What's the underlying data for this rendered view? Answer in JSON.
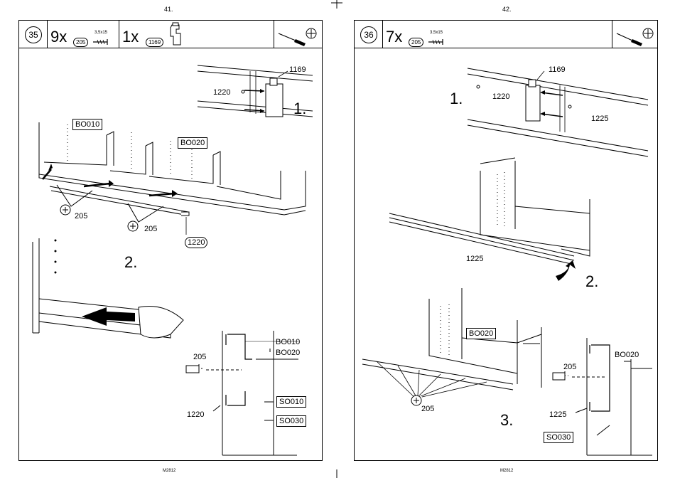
{
  "pages": [
    {
      "page_number": "41.",
      "footer": "M2812",
      "step": "35",
      "parts": [
        {
          "qty": "9x",
          "part": "205",
          "size": "3,5x15"
        },
        {
          "qty": "1x",
          "part": "1169"
        }
      ],
      "sub_steps": [
        "1.",
        "2."
      ],
      "labels": {
        "p1169": "1169",
        "p1220": "1220",
        "bo010": "BO010",
        "bo020": "BO020",
        "s205a": "205",
        "s205b": "205",
        "p1220b": "1220",
        "d_bo010": "BO010",
        "d_bo020": "BO020",
        "d_205": "205",
        "d_1220": "1220",
        "so010": "SO010",
        "so030": "SO030"
      }
    },
    {
      "page_number": "42.",
      "footer": "M2812",
      "step": "36",
      "parts": [
        {
          "qty": "7x",
          "part": "205",
          "size": "3,5x15"
        }
      ],
      "sub_steps": [
        "1.",
        "2.",
        "3."
      ],
      "labels": {
        "p1169": "1169",
        "p1220": "1220",
        "p1225": "1225",
        "p1225b": "1225",
        "bo020": "BO020",
        "s205": "205",
        "d_205": "205",
        "d_1225": "1225",
        "d_bo020": "BO020",
        "so030": "SO030"
      }
    }
  ]
}
